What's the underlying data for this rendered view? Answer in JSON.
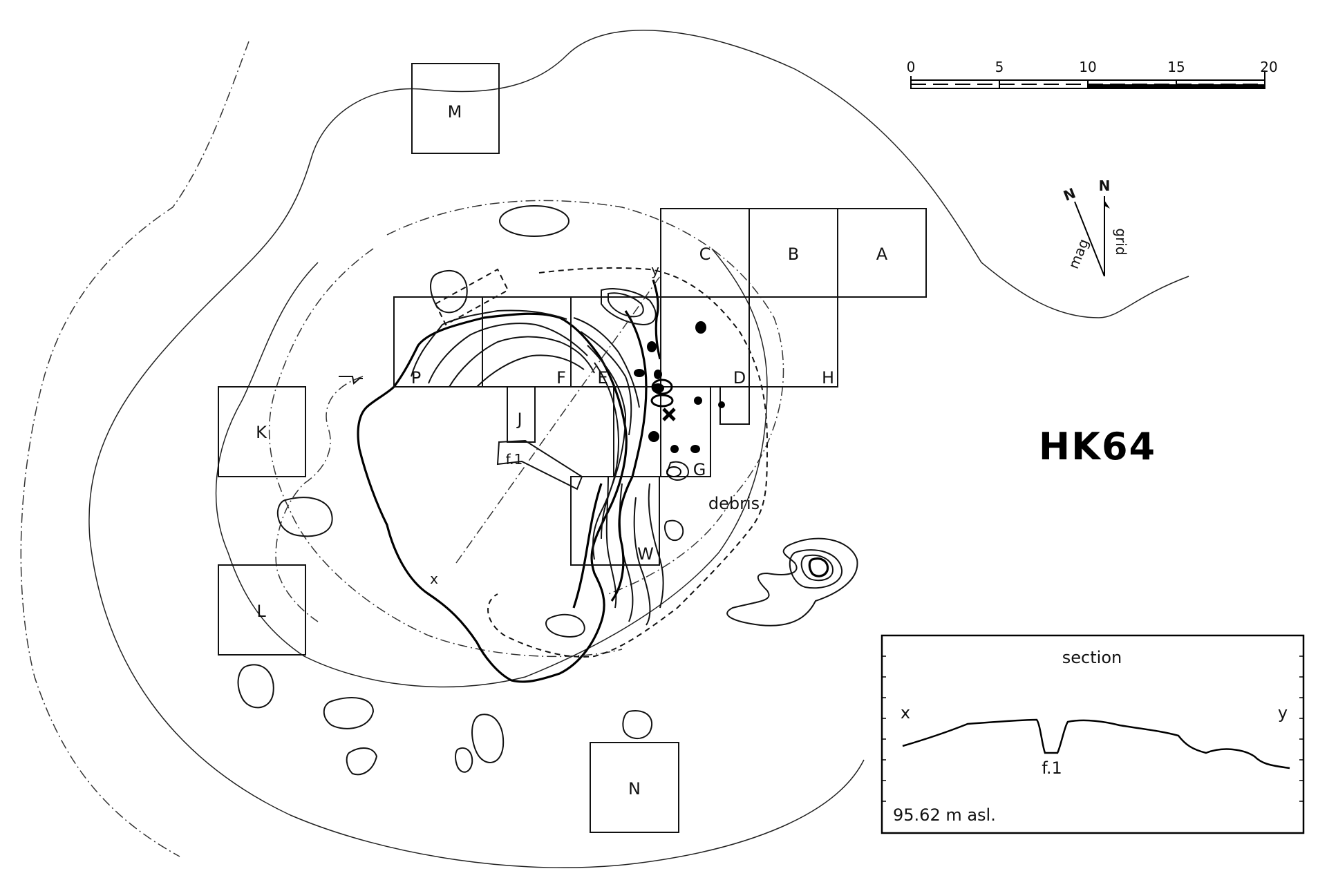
{
  "title": "HK64",
  "scale_bar": {
    "ticks": [
      "0",
      "5",
      "10",
      "15",
      "20"
    ]
  },
  "north_arrow": {
    "north_label_1": "N",
    "north_label_2": "N",
    "mag_label": "mag",
    "grid_label": "grid"
  },
  "squares": {
    "A": "A",
    "B": "B",
    "C": "C",
    "D": "D",
    "E": "E",
    "F": "F",
    "G": "G",
    "H": "H",
    "J": "J",
    "K": "K",
    "L": "L",
    "M": "M",
    "N": "N",
    "P": "P",
    "W": "W"
  },
  "labels": {
    "debris": "debris",
    "feature": "f.1",
    "x": "x",
    "y": "y"
  },
  "section_inset": {
    "title": "section",
    "left_label": "x",
    "right_label": "y",
    "feature_label": "f.1",
    "elevation": "95.62 m asl."
  }
}
